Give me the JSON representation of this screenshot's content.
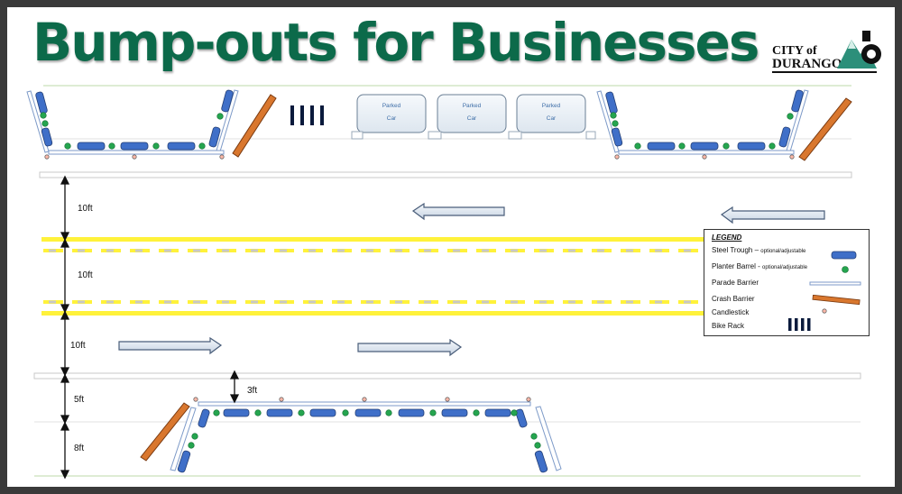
{
  "title": "Bump-outs for Businesses",
  "logo": {
    "line1": "CITY of",
    "line2": "DURANGO"
  },
  "parked_cars": [
    {
      "line1": "Parked",
      "line2": "Car"
    },
    {
      "line1": "Parked",
      "line2": "Car"
    },
    {
      "line1": "Parked",
      "line2": "Car"
    }
  ],
  "dimensions": {
    "lane1": "10ft",
    "lane2": "10ft",
    "lane3": "10ft",
    "bike": "5ft",
    "parking": "8ft",
    "offset": "3ft"
  },
  "legend": {
    "title": "LEGEND",
    "items": [
      {
        "label": "Steel Trough",
        "note": "optional/adjustable",
        "sep": " – ",
        "symbol": "trough"
      },
      {
        "label": "Planter Barrel",
        "note": "optional/adjustable",
        "sep": " - ",
        "symbol": "planter"
      },
      {
        "label": "Parade Barrier",
        "note": "",
        "sep": "",
        "symbol": "parade"
      },
      {
        "label": "Crash Barrier",
        "note": "",
        "sep": "",
        "symbol": "crash"
      },
      {
        "label": "Candlestick",
        "note": "",
        "sep": "",
        "symbol": "candlestick"
      },
      {
        "label": "Bike Rack",
        "note": "",
        "sep": "",
        "symbol": "bikerack"
      }
    ]
  },
  "colors": {
    "title": "#0c6a4a",
    "trough": "#3f6fc8",
    "planter": "#25a54f",
    "crash": "#d9772e",
    "yellow_line": "#fff23a",
    "bike_rack": "#0a1a3c"
  }
}
